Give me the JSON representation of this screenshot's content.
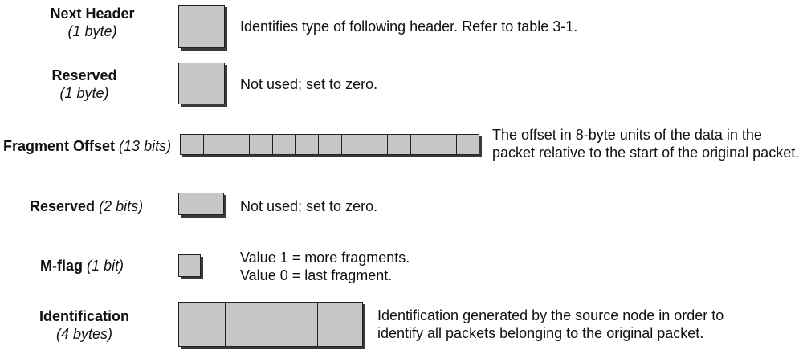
{
  "fields": [
    {
      "name": "Next Header",
      "size": "(1 byte)",
      "description": [
        "Identifies type of following header. Refer to table 3-1."
      ]
    },
    {
      "name": "Reserved",
      "size": "(1 byte)",
      "description": [
        "Not used; set to zero."
      ]
    },
    {
      "name": "Fragment Offset",
      "size": "(13 bits)",
      "description": [
        "The offset in 8-byte units of the data in the",
        "packet relative to the start of the original packet."
      ]
    },
    {
      "name": "Reserved",
      "size": "(2 bits)",
      "description": [
        "Not used; set to zero."
      ]
    },
    {
      "name": "M-flag",
      "size": "(1 bit)",
      "description": [
        "Value 1 = more fragments.",
        "Value 0 = last fragment."
      ]
    },
    {
      "name": "Identification",
      "size": "(4 bytes)",
      "description": [
        "Identification generated by the source node in order to",
        "identify all packets belonging to the original packet."
      ]
    }
  ]
}
